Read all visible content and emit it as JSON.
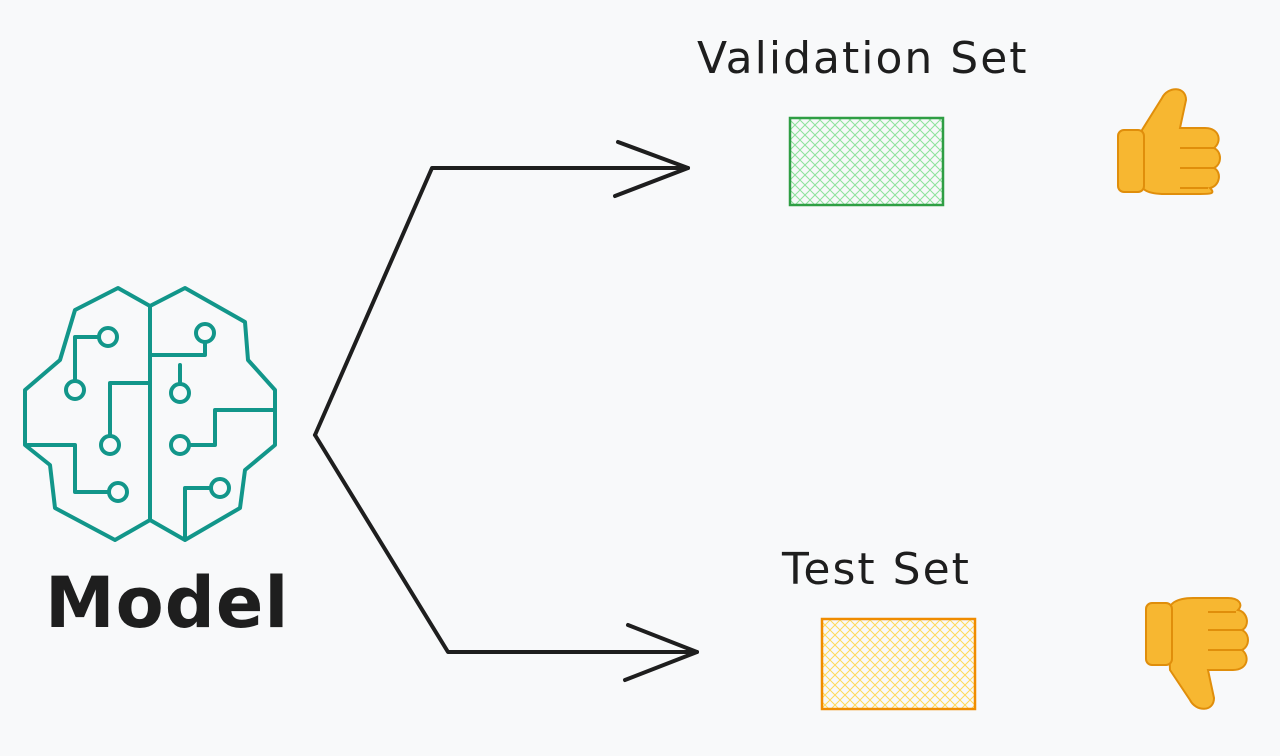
{
  "model": {
    "label": "Model",
    "icon": "brain-circuit-icon",
    "color": "#12968a"
  },
  "validation": {
    "label": "Validation Set",
    "box_stroke": "#2f9e44",
    "box_fill": "#b2f2bb",
    "reaction_icon": "thumbs-up-icon",
    "reaction_glyph": "👍"
  },
  "test": {
    "label": "Test Set",
    "box_stroke": "#f08c00",
    "box_fill": "#ffec99",
    "reaction_icon": "thumbs-down-icon",
    "reaction_glyph": "👎"
  },
  "colors": {
    "background": "#f8f9fa",
    "arrow": "#1e1e1e",
    "emoji": "#f7b731"
  }
}
